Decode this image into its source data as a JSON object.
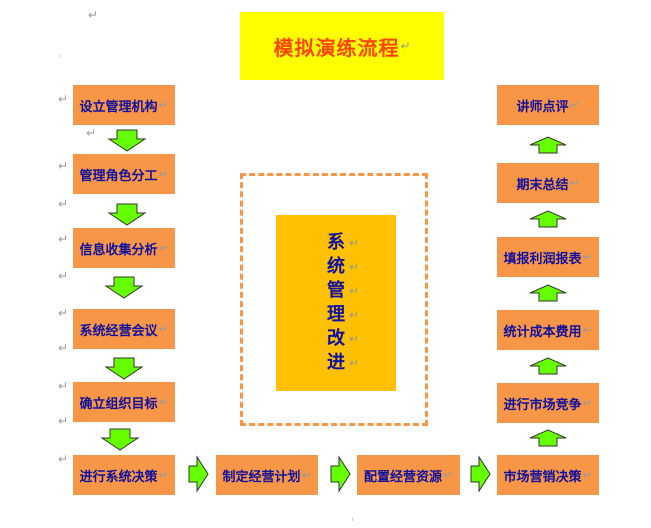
{
  "title": "模拟演练流程",
  "center": {
    "label": "系统管理改进",
    "chars": [
      "系",
      "统",
      "管",
      "理",
      "改",
      "进"
    ]
  },
  "left_column": [
    "设立管理机构",
    "管理角色分工",
    "信息收集分析",
    "系统经营会议",
    "确立组织目标",
    "进行系统决策"
  ],
  "bottom_row": [
    "制定经营计划",
    "配置经营资源",
    "市场营销决策"
  ],
  "right_column": [
    "讲师点评",
    "期末总结",
    "填报利润报表",
    "统计成本费用",
    "进行市场竞争"
  ],
  "marks": {
    "paragraph": "↵"
  },
  "colors": {
    "process_box": "#f79646",
    "arrow_fill": "#66ff00",
    "title_bg": "#ffff00",
    "title_text": "#ff4400",
    "center_bg": "#ffc000",
    "box_text": "#1010a0"
  }
}
